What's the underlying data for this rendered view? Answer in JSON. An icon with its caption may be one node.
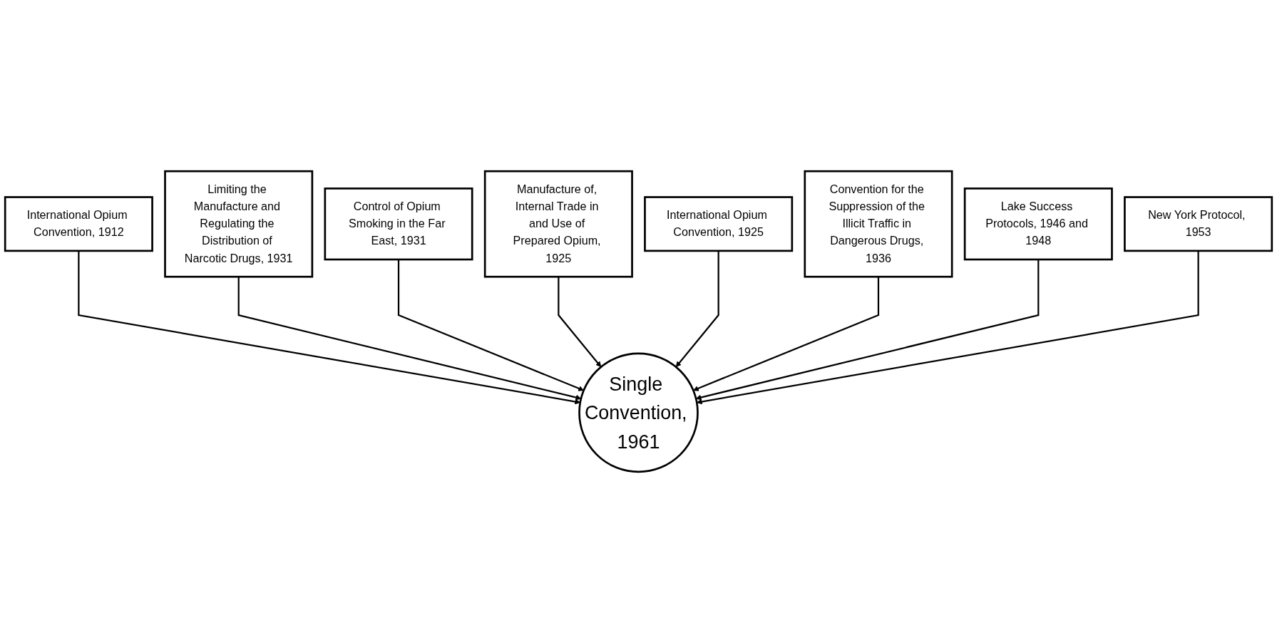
{
  "diagram": {
    "nodes": [
      {
        "text": [
          "Manufacture of, Internal Trade in and Use of Prepared Opium, 1925"
        ]
      },
      {
        "text": [
          "International Opium Convention, 1912"
        ]
      },
      {
        "text": [
          "International Opium Convention, 1925"
        ]
      },
      {
        "text": [
          "Limiting the Manufacture and Regulating the Distribution of Narcotic Drugs, 1931"
        ]
      },
      {
        "text": [
          "Single Convention, 1961"
        ]
      },
      {
        "text": [
          "Convention for the Suppression of the Illicit Traffic in Dangerous Drugs, 1936"
        ]
      },
      {
        "text": [
          "Control of Opium Smoking in the Far East, 1931"
        ]
      },
      {
        "text": [
          "Lake Success Protocols, 1946 and 1948"
        ]
      },
      {
        "text": [
          "New York Protocol, 1953"
        ]
      }
    ],
    "edges": [
      {
        "from": 1,
        "to": 4,
        "arrow": "to"
      },
      {
        "from": 3,
        "to": 4,
        "arrow": "to"
      },
      {
        "from": 6,
        "to": 4,
        "arrow": "to"
      },
      {
        "from": 0,
        "to": 4,
        "arrow": "to"
      },
      {
        "from": 2,
        "to": 4,
        "arrow": "to"
      },
      {
        "from": 5,
        "to": 4,
        "arrow": "to"
      },
      {
        "from": 7,
        "to": 4,
        "arrow": "to"
      },
      {
        "from": 8,
        "to": 4,
        "arrow": "to"
      }
    ]
  }
}
